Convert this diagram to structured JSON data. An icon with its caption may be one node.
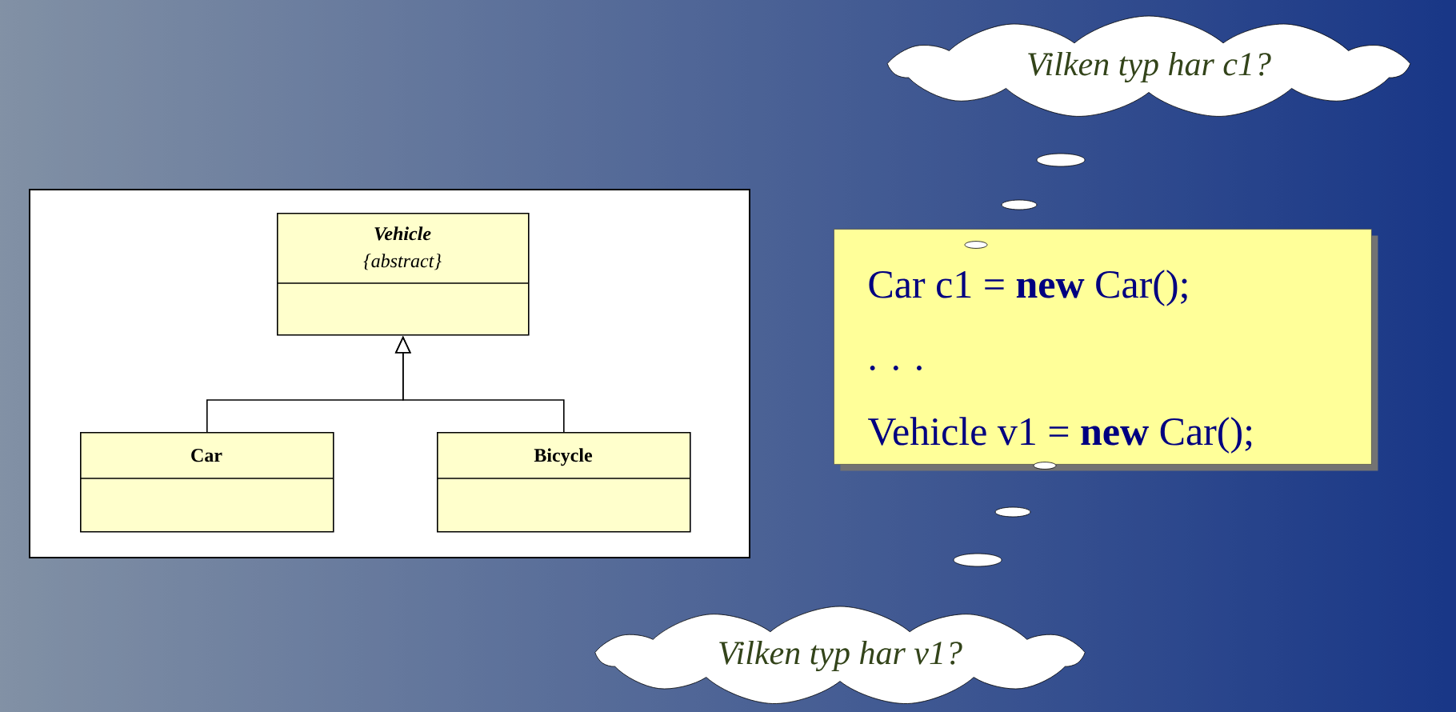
{
  "diagram": {
    "nodes": [
      {
        "text": [],
        "shape": "box"
      },
      {
        "text": [
          "Vehicle",
          "{abstract}"
        ],
        "in": 0
      },
      {
        "text": [
          "Car"
        ],
        "in": 0
      },
      {
        "text": [
          "Bicycle"
        ],
        "in": 0
      },
      {
        "text": [
          "Vilken typ har c1?"
        ]
      },
      {
        "text": [
          "Car c1 = **new** Car();",
          ". . .",
          "Vehicle v1 = **new** Car();"
        ]
      },
      {
        "text": [
          "Vilken typ har v1?"
        ]
      }
    ],
    "edges": [
      {
        "from": 2,
        "to": 1,
        "arrow": "to"
      },
      {
        "from": 3,
        "to": 1,
        "arrow": "to"
      }
    ]
  }
}
